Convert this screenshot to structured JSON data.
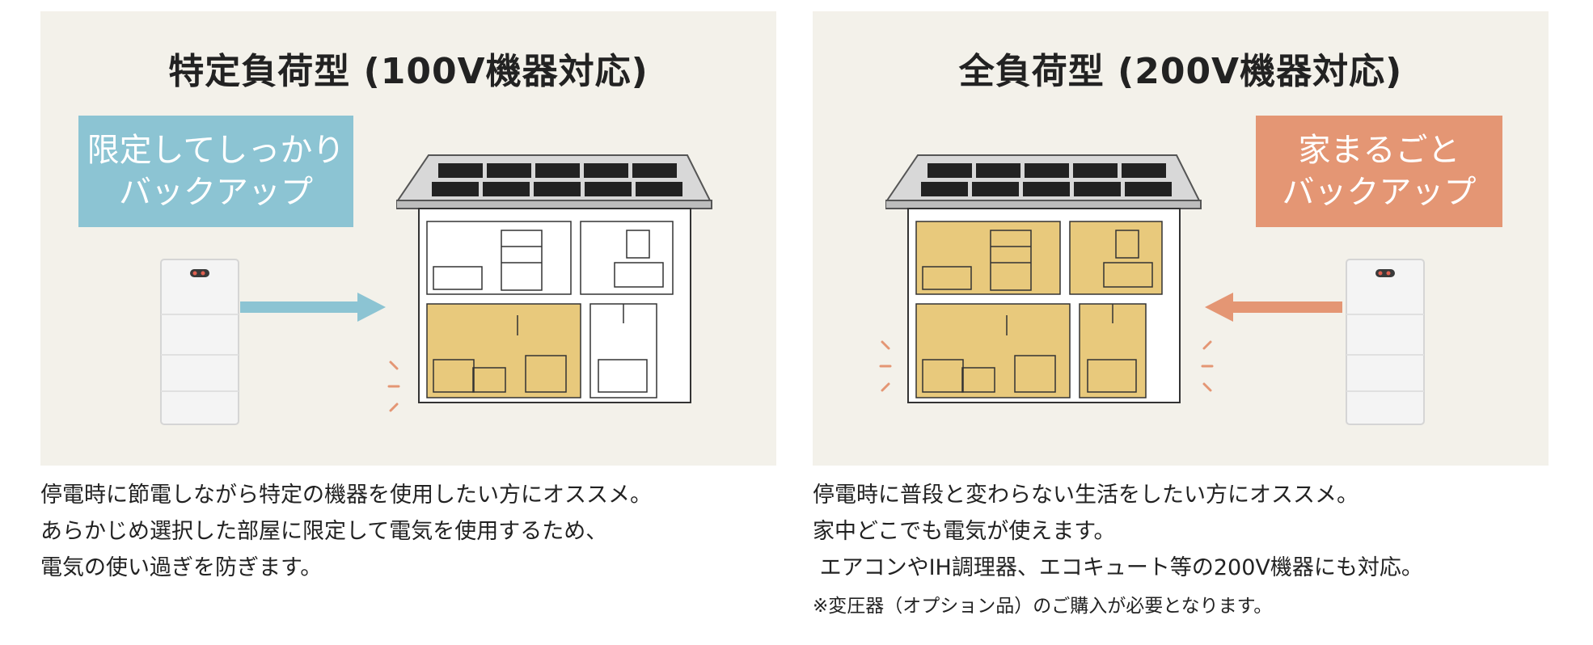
{
  "left": {
    "title": "特定負荷型 (100V機器対応)",
    "badge_line1": "限定してしっかり",
    "badge_line2": "バックアップ",
    "desc": [
      "停電時に節電しながら特定の機器を使用したい方にオススメ。",
      "あらかじめ選択した部屋に限定して電気を使用するため、",
      "電気の使い過ぎを防ぎます。"
    ]
  },
  "right": {
    "title": "全負荷型 (200V機器対応)",
    "badge_line1": "家まるごと",
    "badge_line2": "バックアップ",
    "desc": [
      "停電時に普段と変わらない生活をしたい方にオススメ。",
      "家中どこでも電気が使えます。",
      " エアコンやIH調理器、エコキュート等の200V機器にも対応。"
    ],
    "note": "※変圧器（オプション品）のご購入が必要となります。"
  },
  "colors": {
    "panel_bg": "#f3f1ea",
    "blue": "#8cc4d3",
    "orange": "#e49674",
    "room_lit": "#e8c97c",
    "room_dark": "#ffffff"
  }
}
